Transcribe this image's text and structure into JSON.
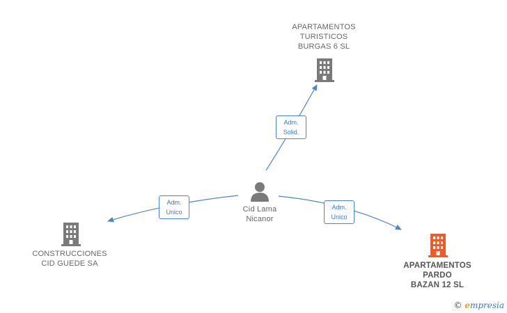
{
  "colors": {
    "edge": "#4a86d0",
    "building": "#7a7a7a",
    "building_highlight": "#f05a28",
    "person": "#7a7a7a"
  },
  "nodes": {
    "person": {
      "name": "Cid Lama\nNicanor",
      "icon": "person-icon"
    },
    "burgas": {
      "name": "APARTAMENTOS\nTURISTICOS\nBURGAS 6  SL",
      "icon": "building-icon"
    },
    "guede": {
      "name": "CONSTRUCCIONES\nCID GUEDE SA",
      "icon": "building-icon"
    },
    "pardo": {
      "name": "APARTAMENTOS\nPARDO\nBAZAN 12  SL",
      "icon": "building-icon",
      "highlight": true
    }
  },
  "edges": [
    {
      "id": "burgas",
      "line1": "Adm.",
      "line2": "Solid."
    },
    {
      "id": "guede",
      "line1": "Adm.",
      "line2": "Unico"
    },
    {
      "id": "pardo",
      "line1": "Adm.",
      "line2": "Unico"
    }
  ],
  "watermark": {
    "symbol": "©",
    "brand_initial": "e",
    "brand_rest": "mpresia"
  }
}
